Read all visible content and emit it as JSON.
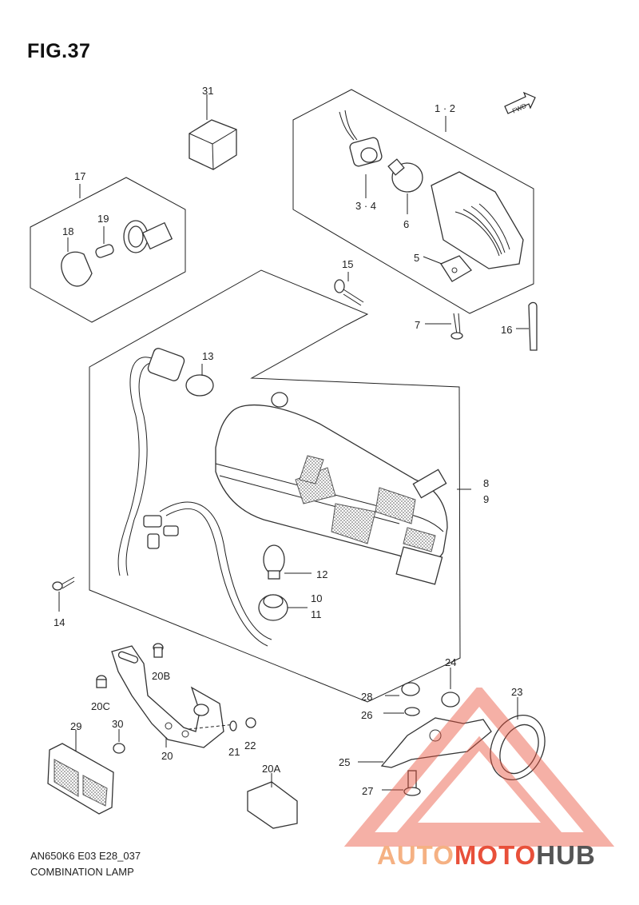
{
  "figure": {
    "title": "FIG.37",
    "model_code": "AN650K6 E03 E28_037",
    "caption": "COMBINATION LAMP",
    "fwd_arrow_label": "FWD"
  },
  "callouts": [
    {
      "id": "callout-31",
      "text": "31"
    },
    {
      "id": "callout-1-2",
      "text": "1 · 2"
    },
    {
      "id": "callout-17",
      "text": "17"
    },
    {
      "id": "callout-18",
      "text": "18"
    },
    {
      "id": "callout-19",
      "text": "19"
    },
    {
      "id": "callout-3-4",
      "text": "3 · 4"
    },
    {
      "id": "callout-6",
      "text": "6"
    },
    {
      "id": "callout-5",
      "text": "5"
    },
    {
      "id": "callout-15",
      "text": "15"
    },
    {
      "id": "callout-7",
      "text": "7"
    },
    {
      "id": "callout-16",
      "text": "16"
    },
    {
      "id": "callout-13",
      "text": "13"
    },
    {
      "id": "callout-8",
      "text": "8"
    },
    {
      "id": "callout-9",
      "text": "9"
    },
    {
      "id": "callout-12",
      "text": "12"
    },
    {
      "id": "callout-10",
      "text": "10"
    },
    {
      "id": "callout-11",
      "text": "11"
    },
    {
      "id": "callout-14",
      "text": "14"
    },
    {
      "id": "callout-24",
      "text": "24"
    },
    {
      "id": "callout-20b",
      "text": "20B"
    },
    {
      "id": "callout-28",
      "text": "28"
    },
    {
      "id": "callout-23",
      "text": "23"
    },
    {
      "id": "callout-20c",
      "text": "20C"
    },
    {
      "id": "callout-26",
      "text": "26"
    },
    {
      "id": "callout-29",
      "text": "29"
    },
    {
      "id": "callout-30",
      "text": "30"
    },
    {
      "id": "callout-20",
      "text": "20"
    },
    {
      "id": "callout-21",
      "text": "21"
    },
    {
      "id": "callout-22",
      "text": "22"
    },
    {
      "id": "callout-25",
      "text": "25"
    },
    {
      "id": "callout-20a",
      "text": "20A"
    },
    {
      "id": "callout-27",
      "text": "27"
    }
  ],
  "watermark": {
    "part1": "AUTO",
    "part2": "MOTO",
    "part3": "HUB",
    "color1": "#f5b183",
    "color2": "#e8503a",
    "color3": "#555555"
  }
}
